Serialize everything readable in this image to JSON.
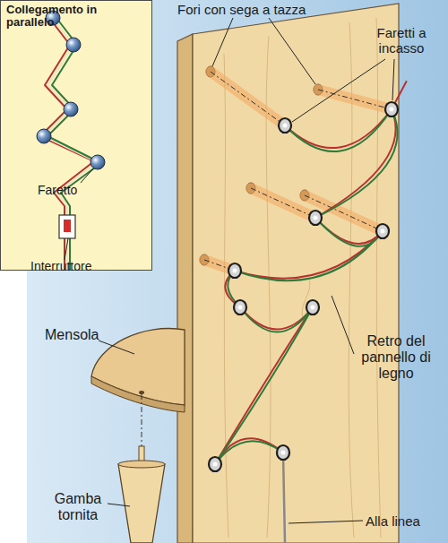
{
  "diagram": {
    "nodes": [
      {
        "text": [
          "Collegamento in parallelo"
        ]
      }
    ],
    "labels": [
      "Fori con sega a tazza",
      "Faretti a incasso",
      "Faretto",
      "Interruttore",
      "Mensola",
      "Retro del pannello di legno",
      "Gamba tornita",
      "Alla linea"
    ]
  }
}
